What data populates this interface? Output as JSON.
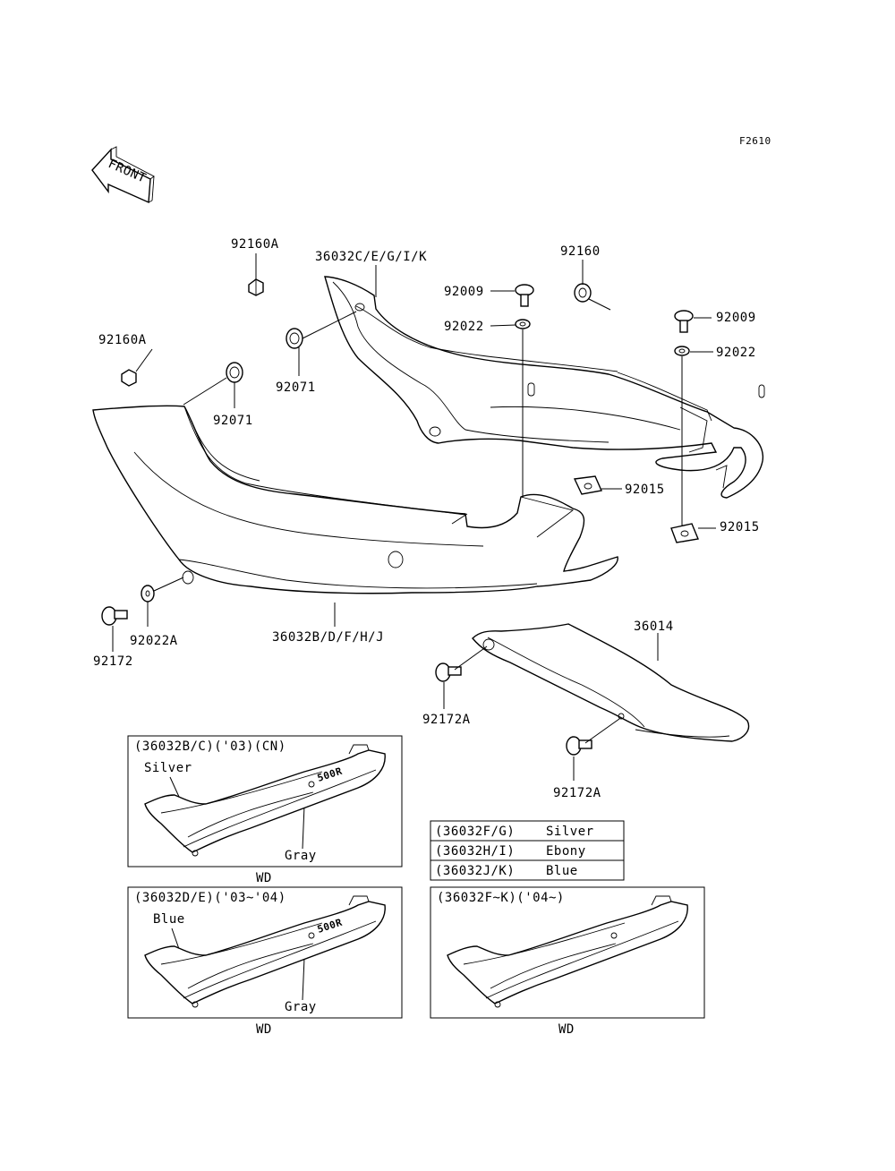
{
  "figure_code": "F2610",
  "front_arrow_text": "FRONT",
  "callouts": {
    "p92160A_top": "92160A",
    "p36032C": "36032C/E/G/I/K",
    "p92160": "92160",
    "p92009_a": "92009",
    "p92022_a": "92022",
    "p92009_b": "92009",
    "p92022_b": "92022",
    "p92160A_left": "92160A",
    "p92071_a": "92071",
    "p92071_b": "92071",
    "p92015_a": "92015",
    "p92015_b": "92015",
    "p92022A": "92022A",
    "p92172": "92172",
    "p36032B": "36032B/D/F/H/J",
    "p36014": "36014",
    "p92172A_a": "92172A",
    "p92172A_b": "92172A"
  },
  "color_table": [
    {
      "code": "(36032F/G)",
      "color": "Silver"
    },
    {
      "code": "(36032H/I)",
      "color": "Ebony"
    },
    {
      "code": "(36032J/K)",
      "color": "Blue"
    }
  ],
  "panels": [
    {
      "title": "(36032B/C)('03)(CN)",
      "label_top": "Silver",
      "label_bottom": "Gray",
      "caption": "WD",
      "logo": "500R"
    },
    {
      "title": "(36032D/E)('03~'04)",
      "label_top": "Blue",
      "label_bottom": "Gray",
      "caption": "WD",
      "logo": "500R"
    },
    {
      "title": "(36032F~K)('04~)",
      "caption": "WD"
    }
  ]
}
